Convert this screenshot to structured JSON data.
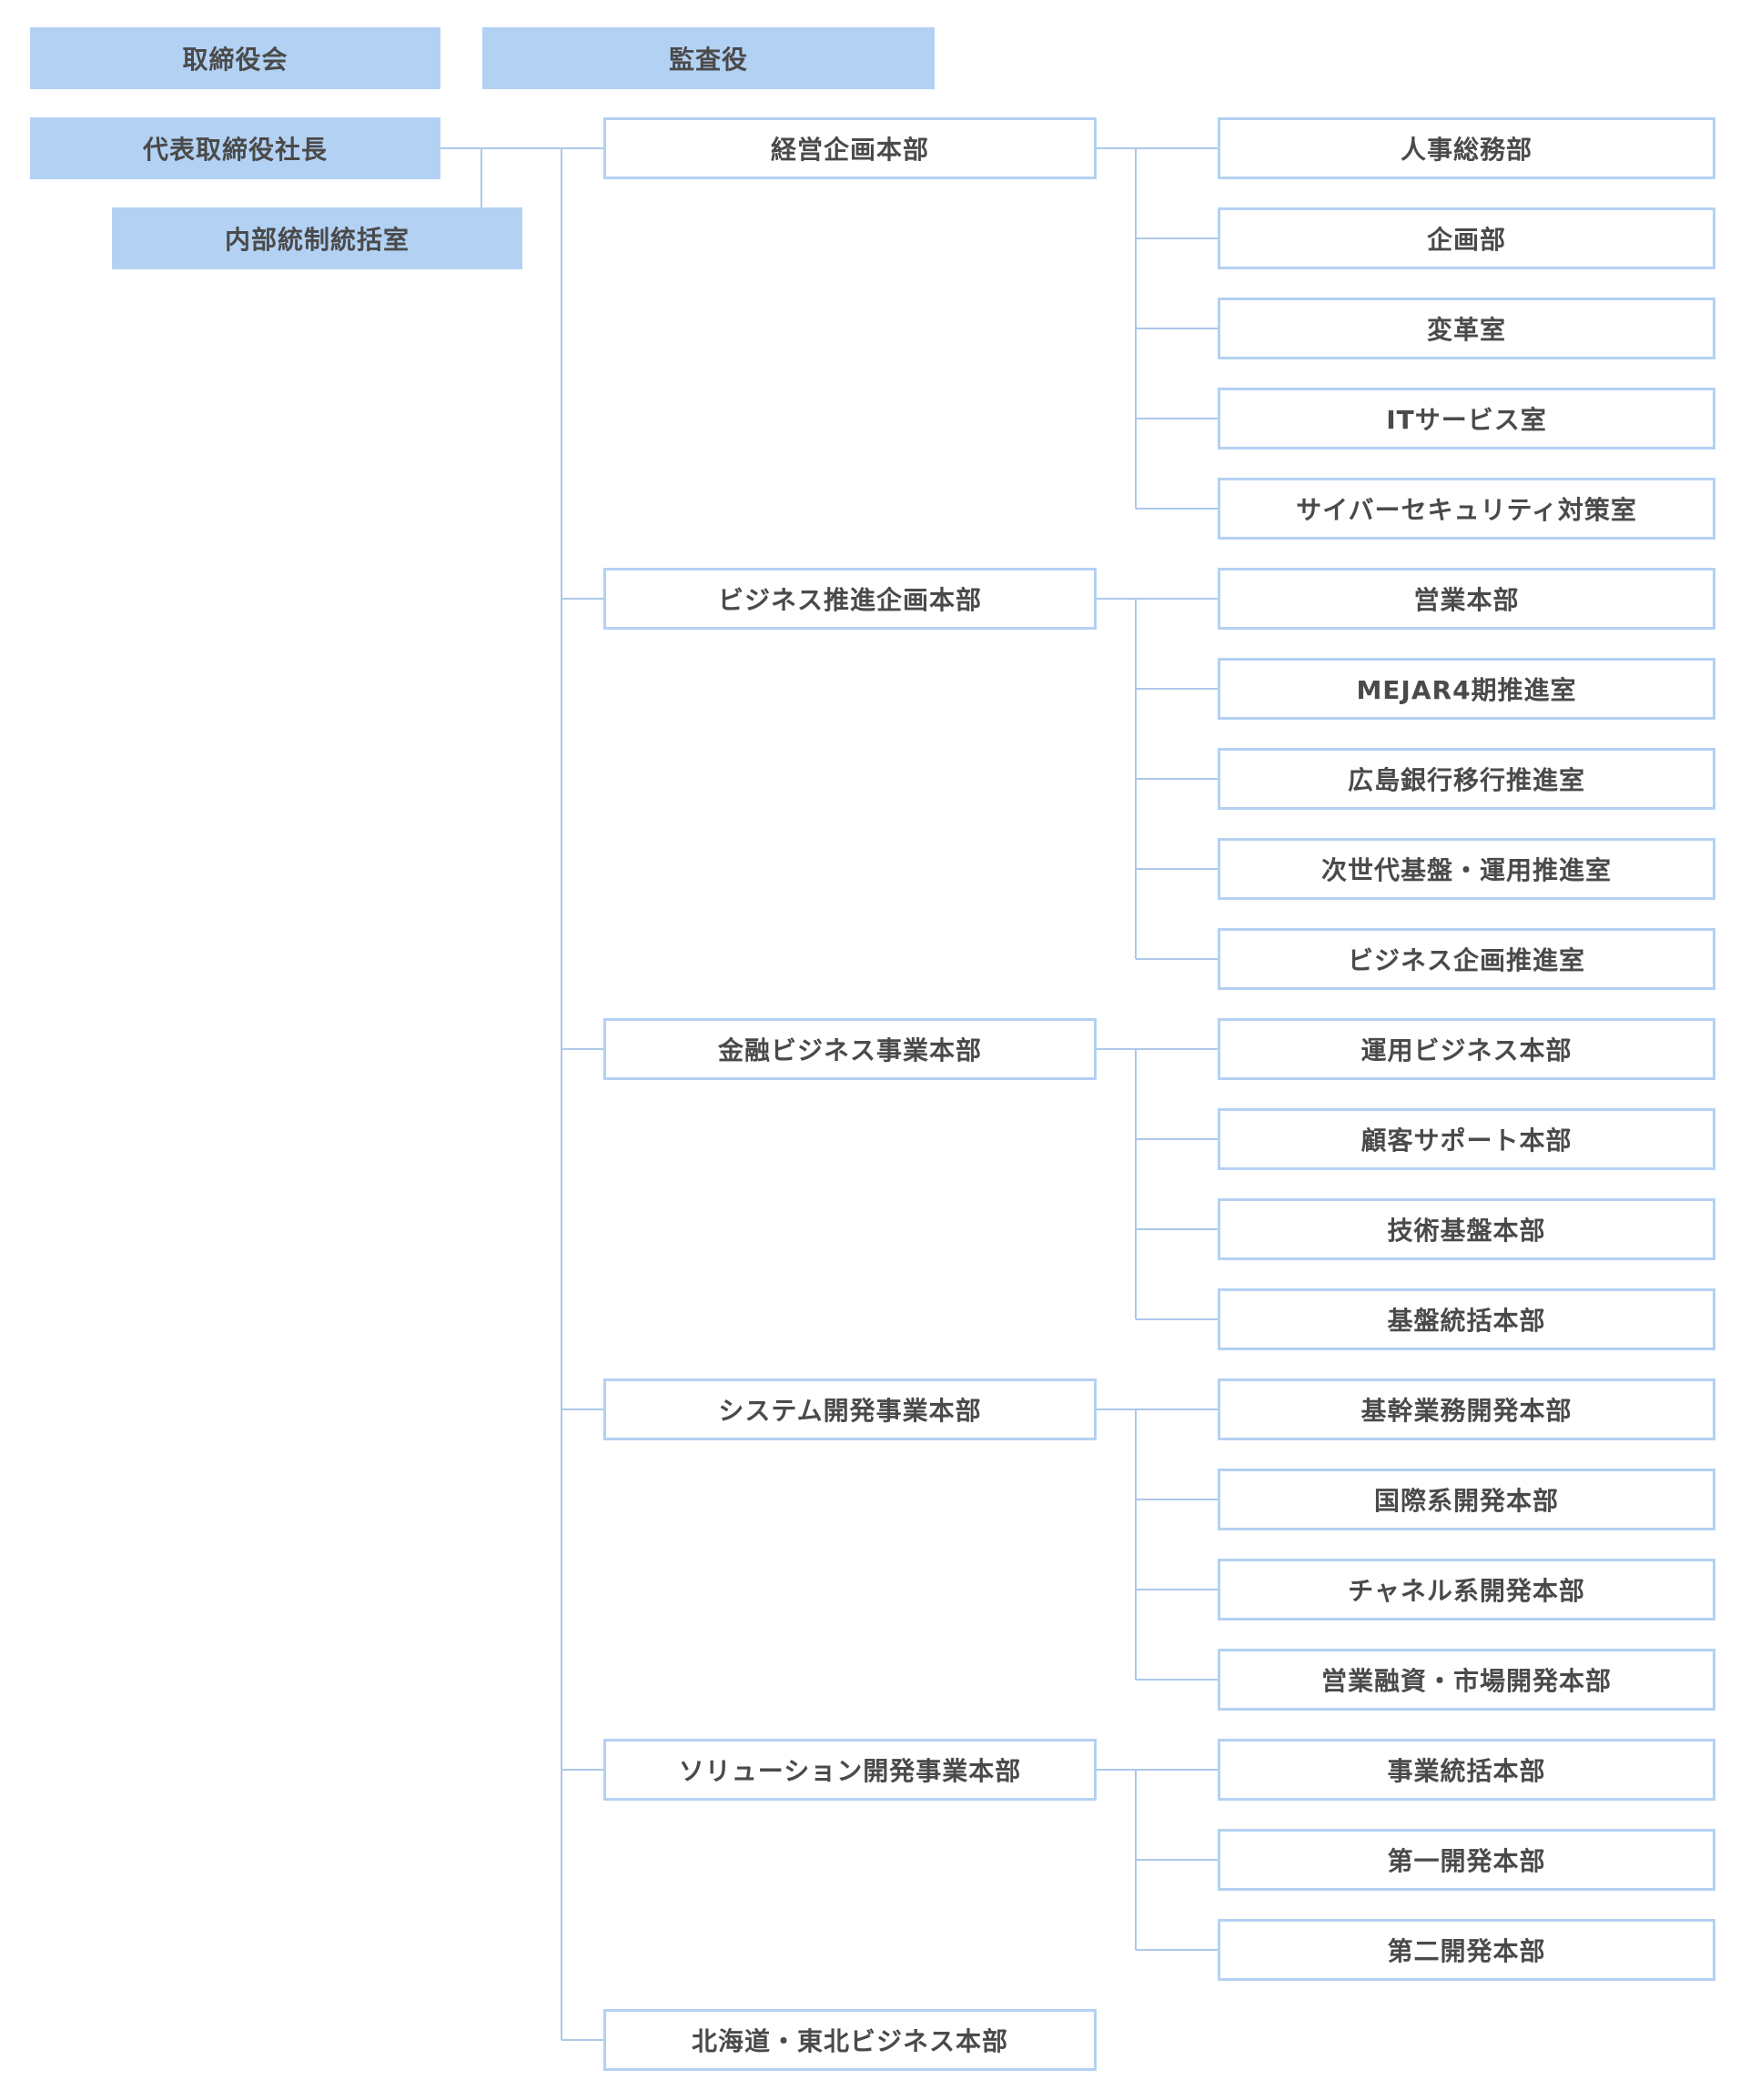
{
  "executive": {
    "board": "取締役会",
    "auditor": "監査役",
    "president": "代表取締役社長",
    "internal_control": "内部統制統括室"
  },
  "divisions": [
    {
      "name": "経営企画本部",
      "departments": [
        "人事総務部",
        "企画部",
        "変革室",
        "ITサービス室",
        "サイバーセキュリティ対策室"
      ]
    },
    {
      "name": "ビジネス推進企画本部",
      "departments": [
        "営業本部",
        "MEJAR4期推進室",
        "広島銀行移行推進室",
        "次世代基盤・運用推進室",
        "ビジネス企画推進室"
      ]
    },
    {
      "name": "金融ビジネス事業本部",
      "departments": [
        "運用ビジネス本部",
        "顧客サポート本部",
        "技術基盤本部",
        "基盤統括本部"
      ]
    },
    {
      "name": "システム開発事業本部",
      "departments": [
        "基幹業務開発本部",
        "国際系開発本部",
        "チャネル系開発本部",
        "営業融資・市場開発本部"
      ]
    },
    {
      "name": "ソリューション開発事業本部",
      "departments": [
        "事業統括本部",
        "第一開発本部",
        "第二開発本部"
      ]
    },
    {
      "name": "北海道・東北ビジネス本部",
      "departments": []
    }
  ],
  "colors": {
    "box_fill": "#b3d1f3",
    "box_border": "#b3d1f3",
    "connector": "#adc8ea",
    "text": "#4a4a4a"
  }
}
